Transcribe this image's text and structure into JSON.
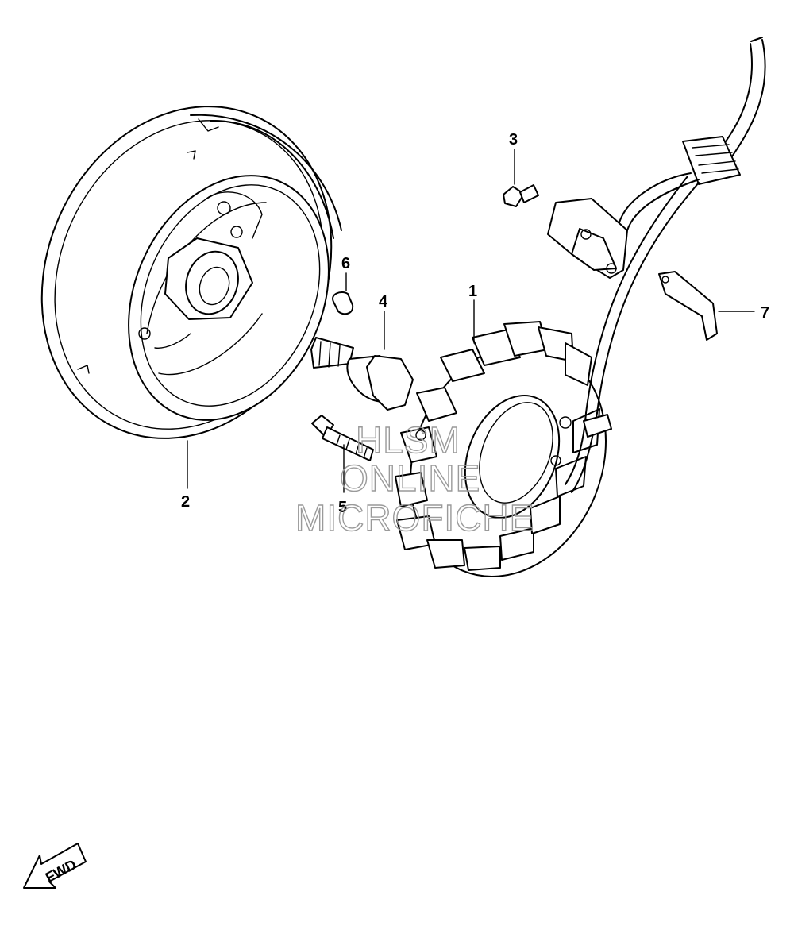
{
  "callouts": [
    {
      "id": "1",
      "label": "1"
    },
    {
      "id": "2",
      "label": "2"
    },
    {
      "id": "3",
      "label": "3"
    },
    {
      "id": "4",
      "label": "4"
    },
    {
      "id": "5",
      "label": "5"
    },
    {
      "id": "6",
      "label": "6"
    },
    {
      "id": "7",
      "label": "7"
    }
  ],
  "watermark": {
    "line1": "HLSM",
    "line2": "ONLINE",
    "line3": "MICROFICHE"
  },
  "fwd_label": "FWD",
  "colors": {
    "line": "#000000",
    "watermark": "#9a9a9a",
    "background": "#ffffff"
  }
}
